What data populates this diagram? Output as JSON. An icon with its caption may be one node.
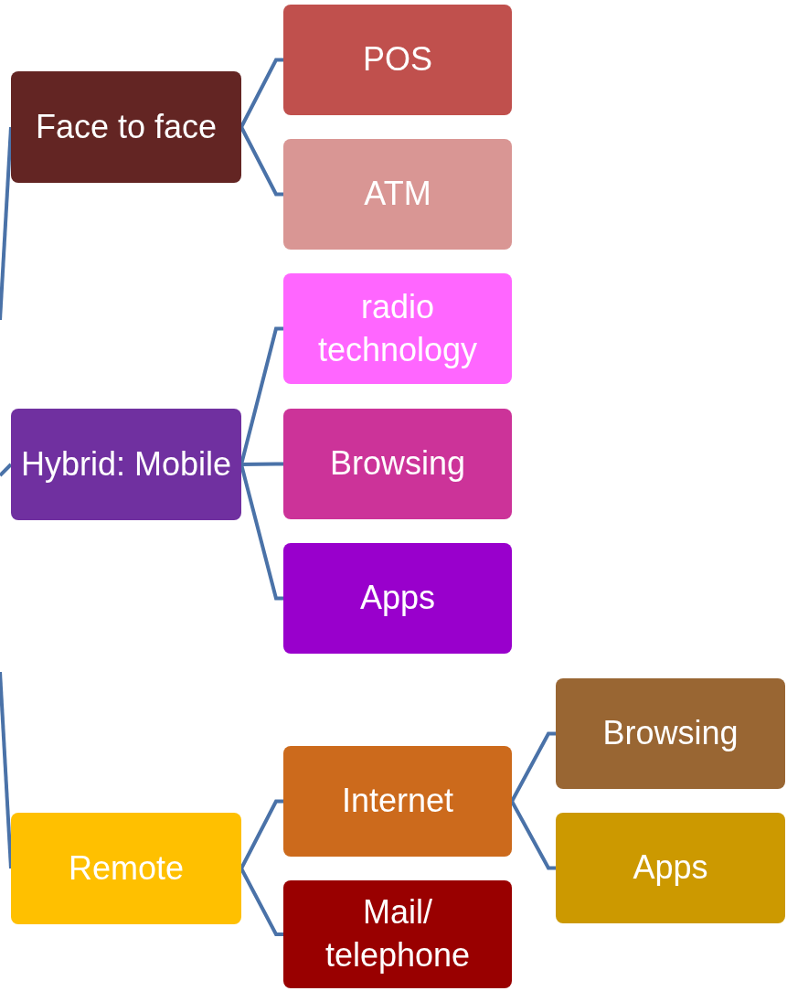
{
  "diagram": {
    "nodes": [
      {
        "text": [
          "Face to face"
        ]
      },
      {
        "text": [
          "POS"
        ]
      },
      {
        "text": [
          "ATM"
        ]
      },
      {
        "text": [
          "Hybrid: Mobile"
        ]
      },
      {
        "text": [
          "radio technology"
        ]
      },
      {
        "text": [
          "Browsing"
        ]
      },
      {
        "text": [
          "Apps"
        ]
      },
      {
        "text": [
          "Remote"
        ]
      },
      {
        "text": [
          "Internet"
        ]
      },
      {
        "text": [
          "Mail/ telephone"
        ]
      },
      {
        "text": [
          "Browsing"
        ]
      },
      {
        "text": [
          "Apps"
        ]
      }
    ],
    "edges": [
      {
        "from": null,
        "to": 0,
        "arrow": "none"
      },
      {
        "from": null,
        "to": 3,
        "arrow": "none"
      },
      {
        "from": null,
        "to": 7,
        "arrow": "none"
      },
      {
        "from": 0,
        "to": 1,
        "arrow": "none"
      },
      {
        "from": 0,
        "to": 2,
        "arrow": "none"
      },
      {
        "from": 3,
        "to": 4,
        "arrow": "none"
      },
      {
        "from": 3,
        "to": 5,
        "arrow": "none"
      },
      {
        "from": 3,
        "to": 6,
        "arrow": "none"
      },
      {
        "from": 7,
        "to": 8,
        "arrow": "none"
      },
      {
        "from": 7,
        "to": 9,
        "arrow": "none"
      },
      {
        "from": 8,
        "to": 10,
        "arrow": "none"
      },
      {
        "from": 8,
        "to": 11,
        "arrow": "none"
      }
    ]
  }
}
